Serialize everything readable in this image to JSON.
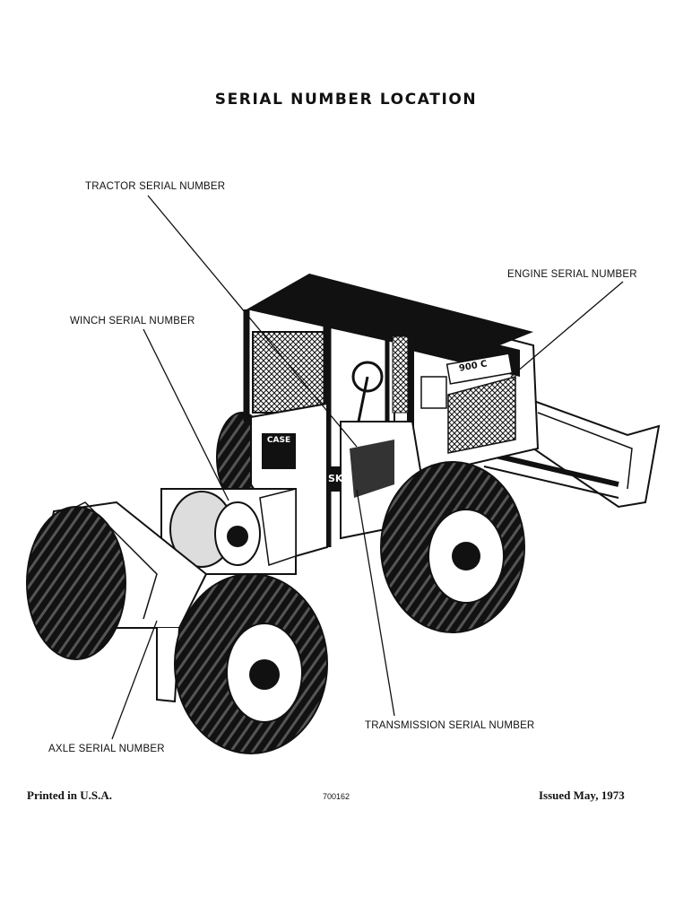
{
  "page": {
    "title": "SERIAL NUMBER LOCATION"
  },
  "labels": {
    "tractor": "TRACTOR SERIAL NUMBER",
    "engine": "ENGINE SERIAL NUMBER",
    "winch": "WINCH SERIAL NUMBER",
    "transmission": "TRANSMISSION SERIAL NUMBER",
    "axle": "AXLE SERIAL NUMBER"
  },
  "machine": {
    "brand": "CASE",
    "model": "900 C",
    "badge": "SK"
  },
  "footer": {
    "printed": "Printed in U.S.A.",
    "code": "700162",
    "issued": "Issued May, 1973"
  }
}
